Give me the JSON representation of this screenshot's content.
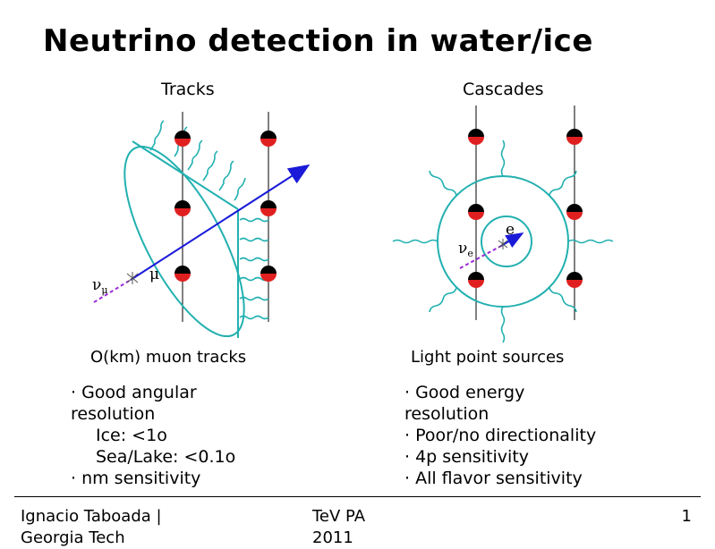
{
  "title": "Neutrino detection in water/ice",
  "tracks": {
    "heading": "Tracks",
    "caption": "O(km) muon tracks",
    "labels": {
      "neutrino": "ν",
      "neutrino_sub": "μ",
      "muon": "μ"
    },
    "bullets": [
      "· Good angular resolution",
      "Ice: <1o",
      "Sea/Lake:  <0.1o",
      "· nm sensitivity"
    ]
  },
  "cascades": {
    "heading": "Cascades",
    "caption": "Light point sources",
    "labels": {
      "neutrino": "ν",
      "neutrino_sub": "e",
      "electron": "e"
    },
    "bullets": [
      "· Good energy resolution",
      "· Poor/no directionality",
      "· 4p sensitivity",
      "· All flavor sensitivity"
    ]
  },
  "footer": {
    "author": "Ignacio Taboada | Georgia Tech",
    "conference": "TeV PA 2011",
    "page": "1"
  },
  "colors": {
    "cherenkov": "#22b0b0",
    "muon_track": "#1a1ad8",
    "neutrino_in": "#9a2bd6",
    "pmt_top": "#000000",
    "pmt_bottom": "#e02020"
  }
}
